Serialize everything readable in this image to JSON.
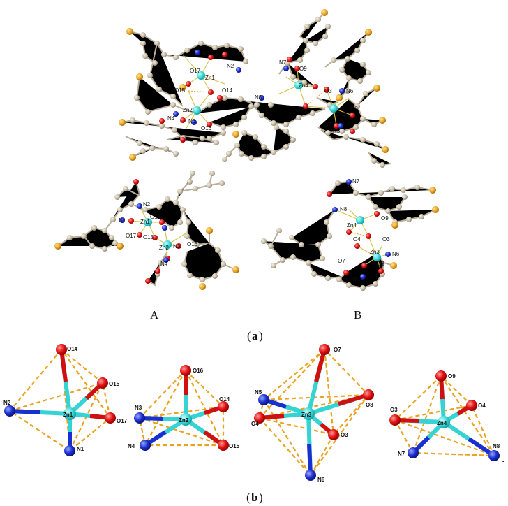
{
  "panel_a": {
    "caption_letter": "a",
    "sub_a_label": "A",
    "sub_b_label": "B",
    "full_labels": [
      "N1",
      "N2",
      "Zn1",
      "O17",
      "O15",
      "O14",
      "Zn2",
      "N3",
      "N4",
      "O16",
      "N7",
      "O9",
      "Zn4",
      "O3",
      "N6",
      "N8",
      "O4",
      "Zn3",
      "O8",
      "O7",
      "N5"
    ],
    "a_labels": [
      "N2",
      "N1",
      "Zn1",
      "O14",
      "O17",
      "O15",
      "Zn2",
      "N3",
      "O16",
      "N4"
    ],
    "b_labels": [
      "N7",
      "N8",
      "Zn4",
      "O9",
      "O4",
      "O3",
      "Zn3",
      "N6",
      "O7",
      "O8",
      "N5"
    ]
  },
  "panel_b": {
    "caption_letter": "b",
    "polyhedra": [
      {
        "center": "Zn1",
        "labels": [
          "O14",
          "O15",
          "O17",
          "N2",
          "N1"
        ]
      },
      {
        "center": "Zn2",
        "labels": [
          "O16",
          "O14",
          "N3",
          "N4",
          "O15"
        ]
      },
      {
        "center": "Zn3",
        "labels": [
          "O7",
          "N5",
          "O8",
          "O4",
          "O3",
          "N6"
        ]
      },
      {
        "center": "Zn4",
        "labels": [
          "O9",
          "O4",
          "O3",
          "N7",
          "N8"
        ]
      }
    ]
  },
  "colors": {
    "zinc": "#35d3d3",
    "oxygen": "#e01010",
    "nitrogen": "#1a2fd0",
    "carbon": "#c9bea8",
    "bromine": "#e8a321"
  }
}
